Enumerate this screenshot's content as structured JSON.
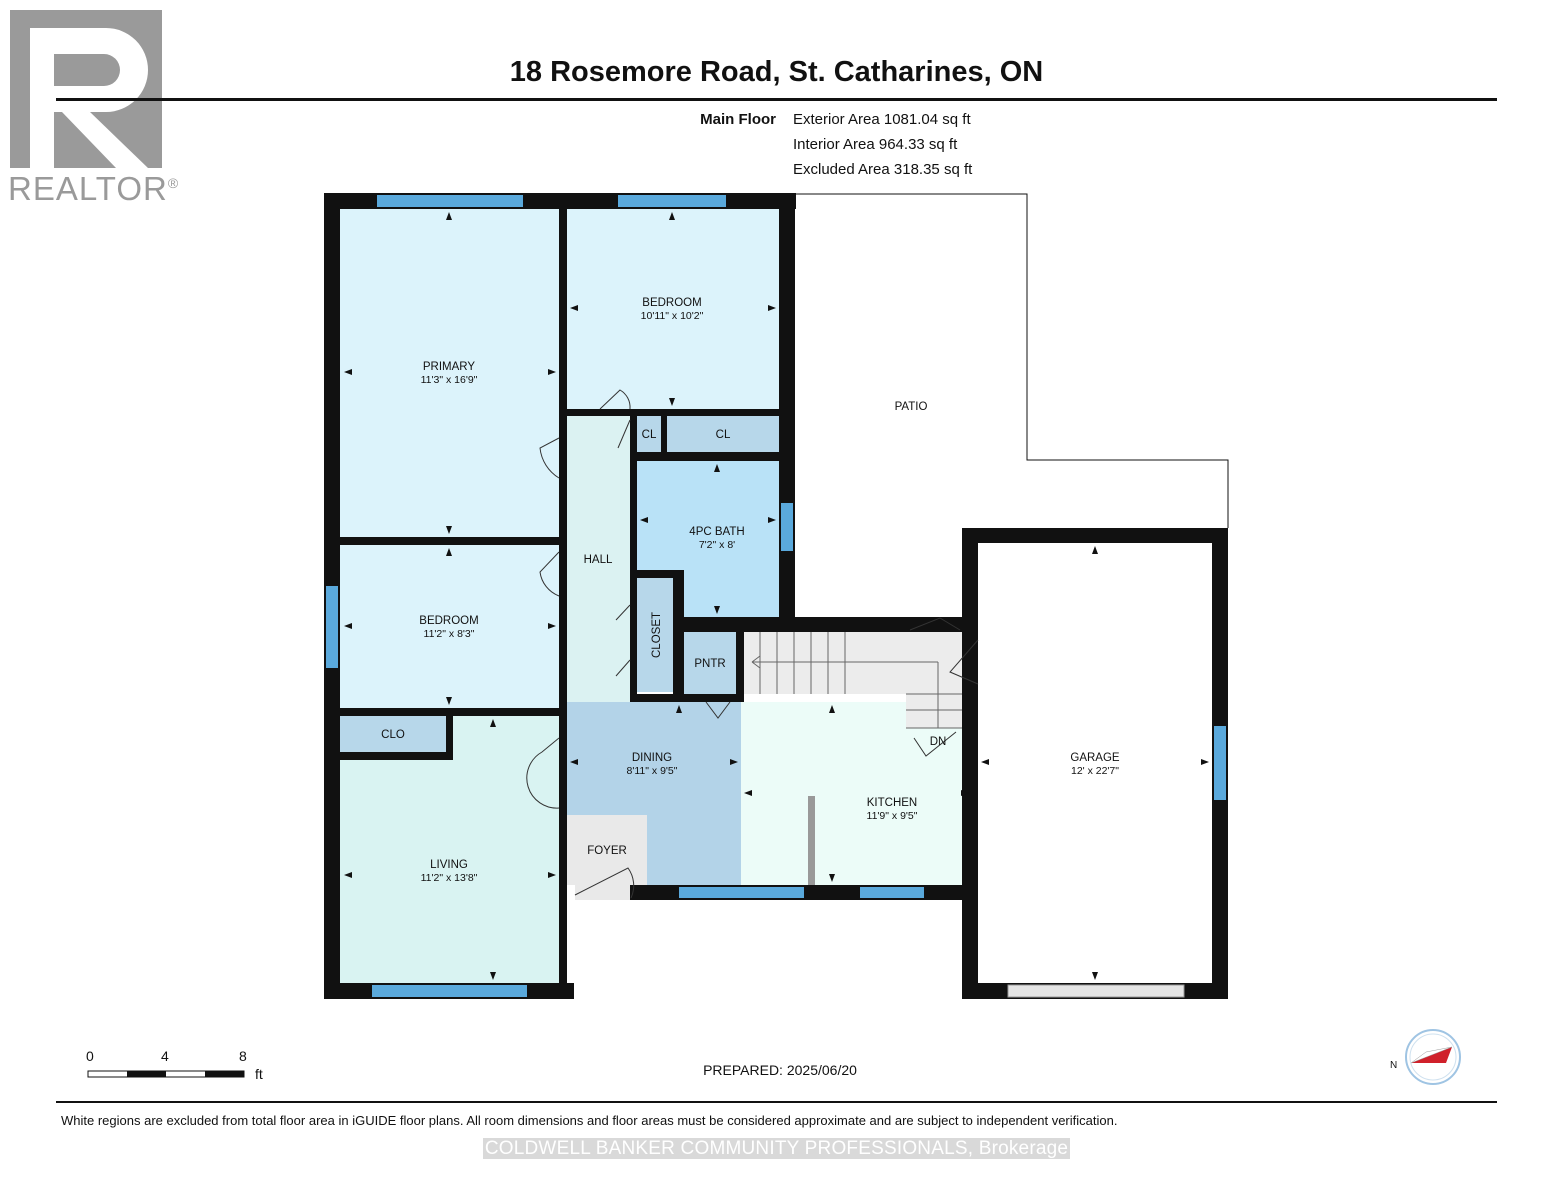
{
  "header": {
    "title": "18 Rosemore Road, St. Catharines, ON"
  },
  "areas": {
    "floor_label": "Main Floor",
    "exterior": "Exterior Area 1081.04 sq ft",
    "interior": "Interior Area 964.33 sq ft",
    "excluded": "Excluded Area 318.35 sq ft"
  },
  "logo": {
    "wordmark": "REALTOR",
    "mark": "®",
    "color": "#9a9a9a"
  },
  "rooms": {
    "primary": {
      "name": "PRIMARY",
      "dims": "11'3\" x 16'9\""
    },
    "bedroom_top": {
      "name": "BEDROOM",
      "dims": "10'11\" x 10'2\""
    },
    "bedroom_left": {
      "name": "BEDROOM",
      "dims": "11'2\" x 8'3\""
    },
    "living": {
      "name": "LIVING",
      "dims": "11'2\" x 13'8\""
    },
    "dining": {
      "name": "DINING",
      "dims": "8'11\" x 9'5\""
    },
    "kitchen": {
      "name": "KITCHEN",
      "dims": "11'9\" x 9'5\""
    },
    "bath": {
      "name": "4PC BATH",
      "dims": "7'2\" x 8'"
    },
    "garage": {
      "name": "GARAGE",
      "dims": "12' x 22'7\""
    },
    "patio": {
      "name": "PATIO"
    },
    "hall": {
      "name": "HALL"
    },
    "closet": {
      "name": "CLOSET"
    },
    "pantry": {
      "name": "PNTR"
    },
    "foyer": {
      "name": "FOYER"
    },
    "clo": {
      "name": "CLO"
    },
    "cl_small": {
      "name": "CL"
    },
    "cl_wide": {
      "name": "CL"
    },
    "stairs_down": {
      "name": "DN"
    }
  },
  "scale": {
    "ticks": [
      "0",
      "4",
      "8"
    ],
    "unit": "ft"
  },
  "compass": {
    "label": "N",
    "needle_color": "#d0202a",
    "ring_color": "#9fc4e3"
  },
  "footer": {
    "prepared": "PREPARED: 2025/06/20",
    "disclaimer": "White regions are excluded from total floor area in iGUIDE floor plans. All room dimensions and floor areas must be considered approximate and are subject to independent verification.",
    "brokerage": "COLDWELL BANKER COMMUNITY PROFESSIONALS, Brokerage"
  },
  "colors": {
    "wall": "#111111",
    "window": "#5aa9dc",
    "bedroom_fill": "#dcf3fb",
    "bath_fill": "#b9e2f7",
    "closet_fill": "#b7d7ea",
    "dining_fill": "#b3d3e8",
    "kitchen_fill": "#ecfcf8",
    "living_fill": "#d9f3f2",
    "hall_fill": "#dbf2f2",
    "foyer_fill": "#e9e9e9",
    "stairs_fill": "#ececec"
  }
}
